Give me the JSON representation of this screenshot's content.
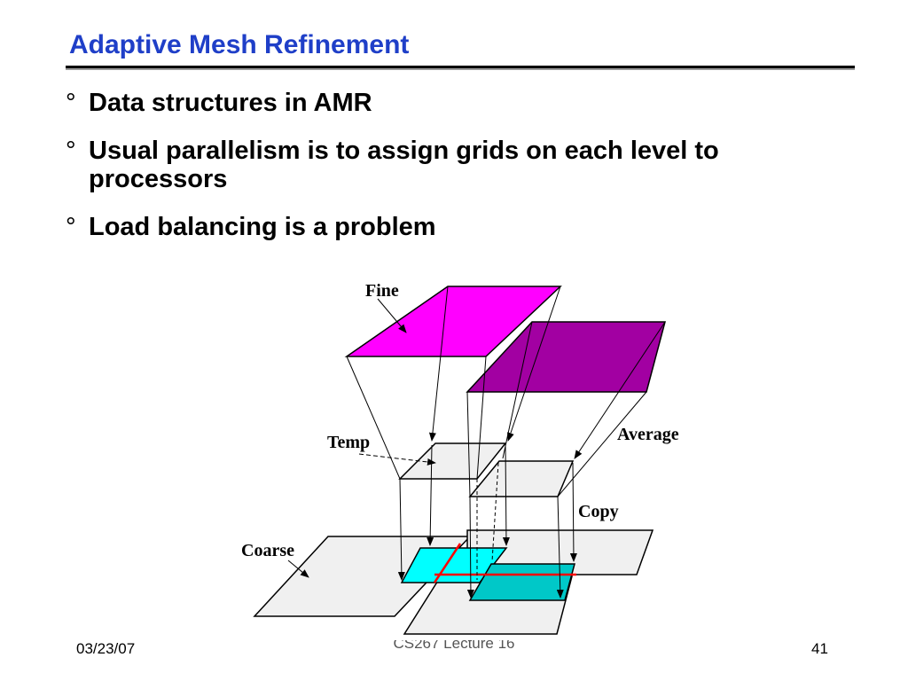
{
  "slide": {
    "title": "Adaptive Mesh Refinement",
    "bullet_marker": "°",
    "bullets": [
      "Data structures in AMR",
      "Usual parallelism is to assign grids on each level to processors",
      "Load balancing is a problem"
    ]
  },
  "diagram": {
    "labels": {
      "fine": "Fine",
      "temp": "Temp",
      "average": "Average",
      "copy": "Copy",
      "coarse": "Coarse"
    },
    "colors": {
      "fine_grid_1": "#ff00ff",
      "fine_grid_2": "#a200a2",
      "temp_grid": "#f0f0f0",
      "coarse_grid": "#f0f0f0",
      "copy_region_1": "#00ffff",
      "copy_region_2": "#00c8c8",
      "boundary_line": "#ff0000"
    }
  },
  "footer": {
    "date": "03/23/07",
    "course": "CS267 Lecture 16",
    "page": "41"
  }
}
